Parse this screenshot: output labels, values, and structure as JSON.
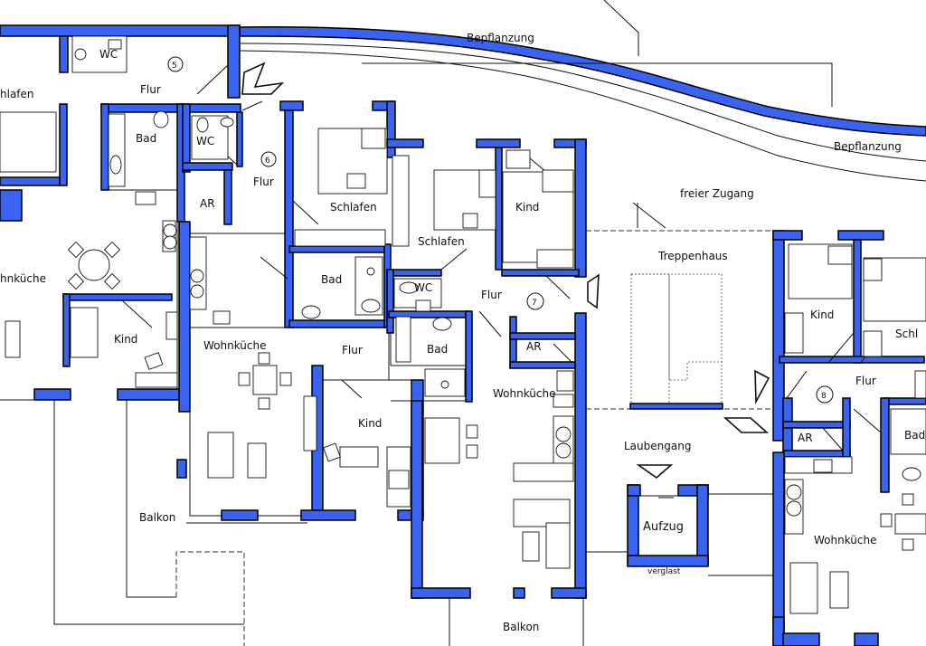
{
  "labels": {
    "bepflanzung_top": "Bepflanzung",
    "bepflanzung_right": "Bepflanzung",
    "freier_zugang": "freier Zugang",
    "treppenhaus": "Treppenhaus",
    "laubengang": "Laubengang",
    "aufzug": "Aufzug",
    "verglast": "verglast",
    "balkon_left": "Balkon",
    "balkon_bottom": "Balkon",
    "u5_wc": "WC",
    "u5_flur": "Flur",
    "u5_schlafen": "hlafen",
    "u5_bad": "Bad",
    "u5_wohnkueche": "hnküche",
    "u5_kind": "Kind",
    "u6_wc": "WC",
    "u6_ar": "AR",
    "u6_flur_top": "Flur",
    "u6_schlafen": "Schlafen",
    "u6_bad": "Bad",
    "u6_wohnkueche": "Wohnküche",
    "u6_flur": "Flur",
    "u6_kind": "Kind",
    "u7_schlafen": "Schlafen",
    "u7_kind": "Kind",
    "u7_wc": "WC",
    "u7_flur": "Flur",
    "u7_bad": "Bad",
    "u7_ar": "AR",
    "u7_wohnkueche": "Wohnküche",
    "u8_kind": "Kind",
    "u8_schl": "Schl",
    "u8_flur": "Flur",
    "u8_ar": "AR",
    "u8_bad": "Bad",
    "u8_wohnkueche": "Wohnküche"
  },
  "unit_numbers": {
    "u5": "5",
    "u6": "6",
    "u7": "7",
    "u8": "8"
  },
  "colors": {
    "wall": "#3b63f2",
    "line": "#111111",
    "background": "#ffffff"
  }
}
